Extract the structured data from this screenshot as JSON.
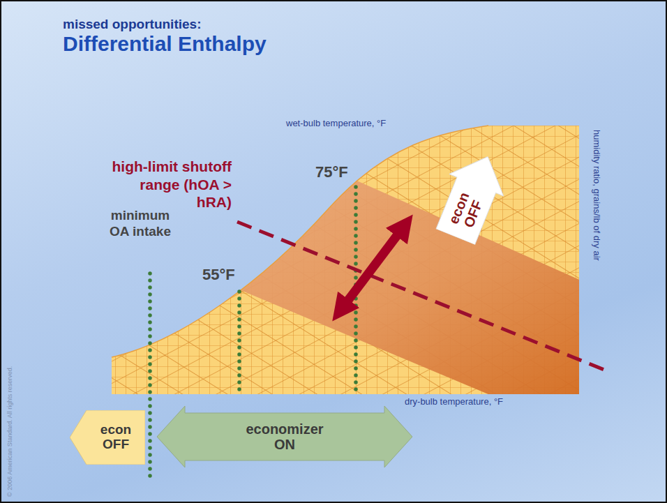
{
  "diagram": {
    "title": "Differential Enthalpy",
    "nodes": [
      {
        "text": [
          "econ OFF"
        ]
      },
      {
        "text": [
          "econ OFF"
        ]
      },
      {
        "text": [
          "economizer ON"
        ]
      }
    ],
    "labels": [
      "missed opportunities:",
      "wet-bulb temperature, °F",
      "humidity ratio, grains/lb of dry air",
      "high-limit shutoff range (hOA > hRA)",
      "75°F",
      "55°F",
      "minimum OA intake",
      "dry-bulb temperature, °F",
      "© 2006 American Standard. All rights reserved."
    ]
  }
}
